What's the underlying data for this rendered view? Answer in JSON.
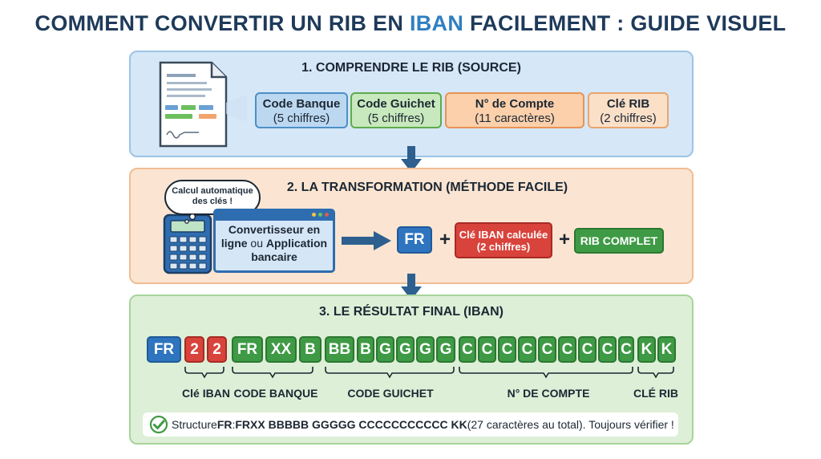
{
  "title": {
    "part1": "COMMENT CONVERTIR UN RIB EN ",
    "highlight": "IBAN",
    "part2": " FACILEMENT : GUIDE VISUEL"
  },
  "section1": {
    "heading": "1. COMPRENDRE LE RIB (SOURCE)",
    "fields": [
      {
        "name": "Code Banque",
        "detail": "(5 chiffres)"
      },
      {
        "name": "Code Guichet",
        "detail": "(5 chiffres)"
      },
      {
        "name": "N° de Compte",
        "detail": "(11 caractères)"
      },
      {
        "name": "Clé RIB",
        "detail": "(2 chiffres)"
      }
    ]
  },
  "section2": {
    "heading": "2. LA TRANSFORMATION (MÉTHODE FACILE)",
    "bubble": "Calcul automatique des clés !",
    "converter": {
      "bold1": "Convertisseur en ligne",
      "normal": " ou ",
      "bold2": "Application bancaire"
    },
    "country": "FR",
    "plus": "+",
    "key_line1": "Clé IBAN calculée",
    "key_line2": "(2 chiffres)",
    "rib": "RIB COMPLET"
  },
  "section3": {
    "heading": "3. LE RÉSULTAT FINAL (IBAN)",
    "country": "FR",
    "key": [
      "2",
      "2"
    ],
    "bank": [
      "FR",
      "XX",
      "B"
    ],
    "branch": [
      "BB",
      "B",
      "G",
      "G",
      "G",
      "G"
    ],
    "account": [
      "C",
      "C",
      "C",
      "C",
      "C",
      "C",
      "C",
      "C",
      "C"
    ],
    "rib_key": [
      "K",
      "K"
    ],
    "labels": {
      "key": "Clé IBAN",
      "bank": "CODE BANQUE",
      "branch": "CODE GUICHET",
      "account": "N° DE COMPTE",
      "rib": "CLÉ RIB"
    },
    "note": {
      "prefix": "Structure ",
      "country": "FR",
      "sep": " : ",
      "pattern": "FRXX BBBBB GGGGG CCCCCCCCCCC KK",
      "suffix": " (27 caractères au total). Toujours vérifier !"
    }
  },
  "colors": {
    "blue": "#2e74bf",
    "red": "#d8433b",
    "green": "#3f9a45",
    "navy": "#1e3a5a"
  }
}
